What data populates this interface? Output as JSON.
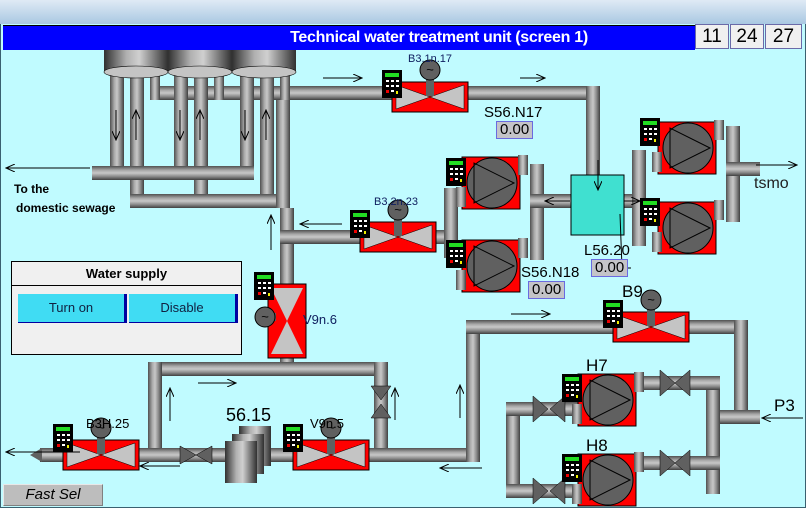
{
  "window": {
    "title": "Technical water treatment unit (screen 1)",
    "clock": {
      "hours": "11",
      "minutes": "24",
      "seconds": "27"
    }
  },
  "colors": {
    "background": "#c0fbff",
    "title_bar": "#0000ff",
    "equipment_active": "#ff0000",
    "pipe": "#808080",
    "tank": "#40e0d0",
    "button": "#40dcf3"
  },
  "labels": {
    "to_sewage_line1": "To the",
    "to_sewage_line2": "domestic sewage",
    "tsmo": "tsmo",
    "p3": "P3"
  },
  "valves": [
    {
      "id": "B3.1n.17",
      "type": "motorized-valve"
    },
    {
      "id": "B3.2n.23",
      "type": "motorized-valve"
    },
    {
      "id": "V9n.6",
      "type": "motorized-valve"
    },
    {
      "id": "V9n.5",
      "type": "motorized-valve"
    },
    {
      "id": "B3H.25",
      "type": "motorized-valve"
    },
    {
      "id": "B9",
      "type": "motorized-valve"
    }
  ],
  "pumps": [
    {
      "id": "H7"
    },
    {
      "id": "H8"
    }
  ],
  "sensors": [
    {
      "id": "S56.N17",
      "value": "0.00"
    },
    {
      "id": "S56.N18",
      "value": "0.00"
    },
    {
      "id": "L56.20",
      "value": "0.00"
    }
  ],
  "tank_group": {
    "id": "56.15"
  },
  "water_supply": {
    "title": "Water supply",
    "turn_on_label": "Turn on",
    "disable_label": "Disable"
  },
  "footer": {
    "fast_sel_label": "Fast Sel"
  }
}
